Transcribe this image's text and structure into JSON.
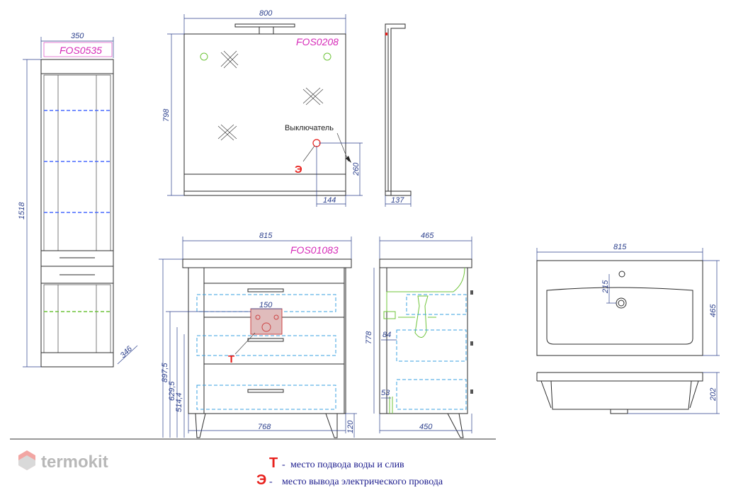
{
  "logo": {
    "text": "termokit",
    "icon": "hexagon-logo-icon"
  },
  "colors": {
    "dimension": "#2b3f8c",
    "product_code": "#d62ab8",
    "water_marker": "#e8201c",
    "electric_marker": "#e8201c",
    "shelf_light": "#4a6cff",
    "green_elements": "#6fc43a",
    "cyan_dashes": "#3aa0e0"
  },
  "cabinet_tall": {
    "code": "FOS0535",
    "width": "350",
    "height": "1518",
    "depth": "346"
  },
  "mirror": {
    "code": "FOS0208",
    "width": "800",
    "height": "798",
    "switch_label": "Выключатель",
    "switch_height": "260",
    "switch_offset": "144",
    "side_depth": "137",
    "electric_symbol": "Э"
  },
  "vanity": {
    "code": "FOS01083",
    "width": "815",
    "inner_width": "768",
    "leg_height": "120",
    "total_height": "897,5",
    "drain_height": "629,5",
    "pipe_height": "514,4",
    "drain_box_width": "150",
    "water_symbol": "Т",
    "side_depth": "465",
    "side_height": "778",
    "side_bottom": "450",
    "side_offset_top": "84",
    "side_offset_bottom": "53"
  },
  "sink": {
    "width": "815",
    "depth": "465",
    "faucet_offset": "215",
    "height": "202"
  },
  "legend": [
    {
      "symbol": "Т",
      "dash": "-",
      "text": "место подвода воды и слив"
    },
    {
      "symbol": "Э",
      "dash": "-",
      "text": "место вывода электрического провода"
    }
  ]
}
